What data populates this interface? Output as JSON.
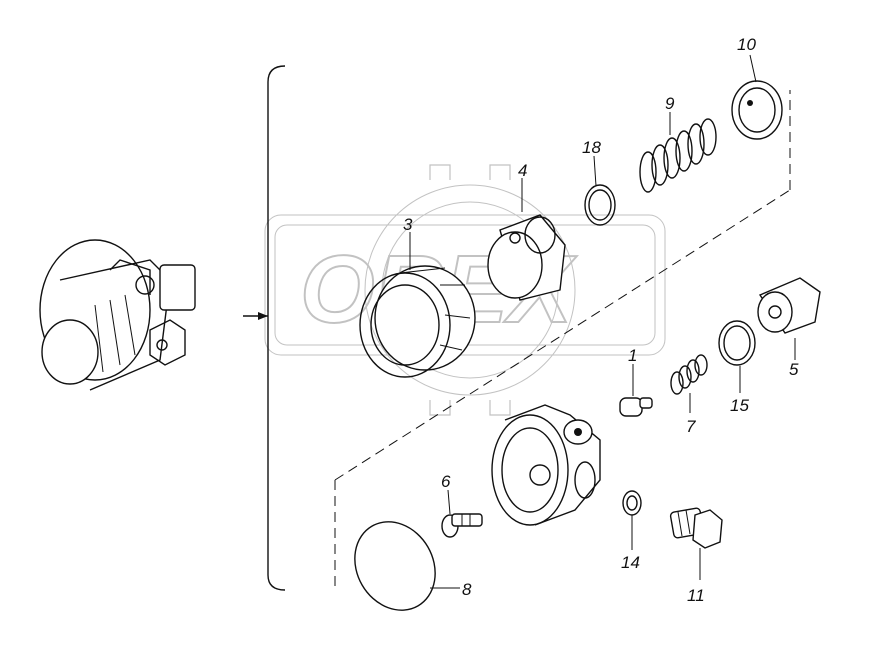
{
  "diagram": {
    "watermark_text": "OREX",
    "callouts": [
      {
        "id": "c1",
        "label": "1"
      },
      {
        "id": "c3",
        "label": "3"
      },
      {
        "id": "c4",
        "label": "4"
      },
      {
        "id": "c5",
        "label": "5"
      },
      {
        "id": "c6",
        "label": "6"
      },
      {
        "id": "c7",
        "label": "7"
      },
      {
        "id": "c8",
        "label": "8"
      },
      {
        "id": "c9",
        "label": "9"
      },
      {
        "id": "c10",
        "label": "10"
      },
      {
        "id": "c11",
        "label": "11"
      },
      {
        "id": "c14",
        "label": "14"
      },
      {
        "id": "c15",
        "label": "15"
      },
      {
        "id": "c18",
        "label": "18"
      }
    ]
  }
}
